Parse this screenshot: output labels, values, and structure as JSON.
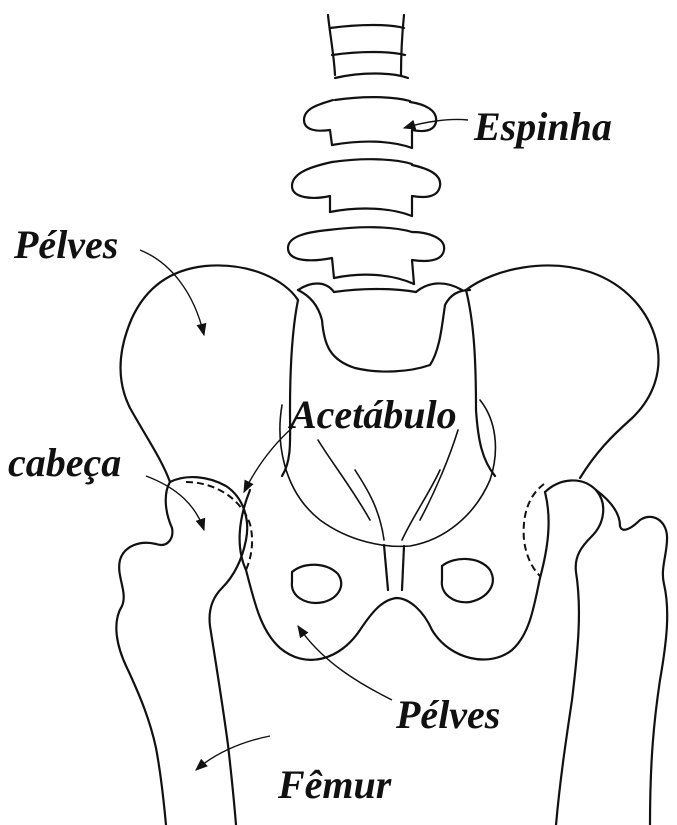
{
  "labels": {
    "spine": "Espinha",
    "pelvis_top": "Pélves",
    "acetabulum": "Acetábulo",
    "head": "cabeça",
    "pelvis_bottom": "Pélves",
    "femur": "Fêmur"
  }
}
